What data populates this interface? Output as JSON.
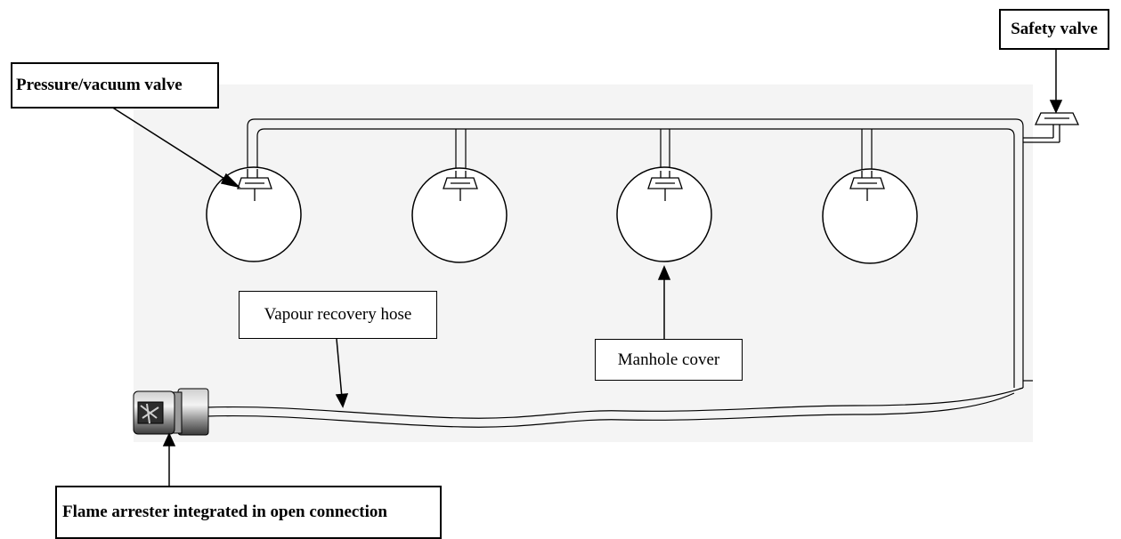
{
  "labels": {
    "safety_valve": "Safety valve",
    "pressure_vacuum_valve": "Pressure/vacuum valve",
    "vapour_recovery_hose": "Vapour recovery hose",
    "manhole_cover": "Manhole cover",
    "flame_arrester": "Flame arrester integrated in open connection"
  },
  "colors": {
    "line": "#000000",
    "fill": "#ffffff",
    "shade": "#ededed"
  }
}
